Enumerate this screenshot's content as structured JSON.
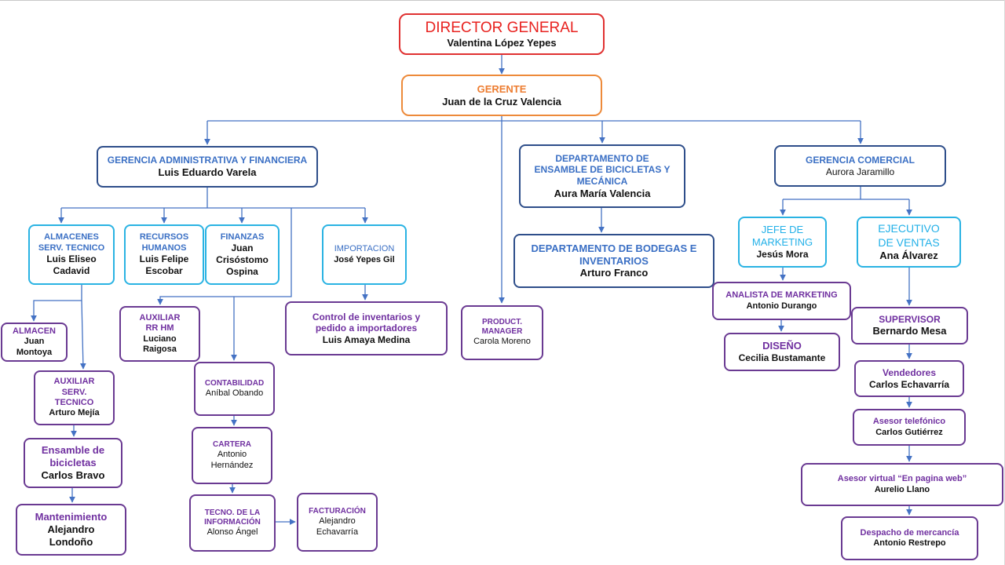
{
  "colors": {
    "connector": "#4472c4",
    "director": "#e8221f",
    "gerente": "#ed7d31",
    "blue_title": "#3a6fc4",
    "purple_title": "#7030a0",
    "cyan_border": "#2ab3e3"
  },
  "nodes": {
    "director": {
      "title": "DIRECTOR GENERAL",
      "name": "Valentina López Yepes"
    },
    "gerente": {
      "title": "GERENTE",
      "name": "Juan de la Cruz Valencia"
    },
    "gerencia_admin": {
      "title": "GERENCIA ADMINISTRATIVA Y FINANCIERA",
      "name": "Luis Eduardo Varela"
    },
    "almacenes": {
      "title": "ALMACENES SERV. TECNICO",
      "name": "Luis Eliseo Cadavid"
    },
    "recursos": {
      "title": "RECURSOS HUMANOS",
      "name": "Luis Felipe Escobar"
    },
    "finanzas": {
      "title": "FINANZAS",
      "name": "Juan Crisóstomo Ospina"
    },
    "importacion": {
      "title": "IMPORTACION",
      "name": "José Yepes Gil"
    },
    "almacen": {
      "title": "ALMACEN",
      "name": "Juan Montoya"
    },
    "auxiliar_serv": {
      "title": "AUXILIAR SERV. TECNICO",
      "name": "Arturo Mejía"
    },
    "ensamble_bici": {
      "title": "Ensamble de bicicletas",
      "name": "Carlos Bravo"
    },
    "mantenimiento": {
      "title": "Mantenimiento",
      "name": "Alejandro Londoño"
    },
    "auxiliar_rrhm": {
      "title": "AUXILIAR RR HM",
      "name": "Luciano Raigosa"
    },
    "contabilidad": {
      "title": "CONTABILIDAD",
      "name": "Aníbal Obando"
    },
    "cartera": {
      "title": "CARTERA",
      "name": "Antonio Hernández"
    },
    "tecno": {
      "title": "TECNO. DE LA INFORMACIÓN",
      "name": "Alonso Ángel"
    },
    "facturacion": {
      "title": "FACTURACIÓN",
      "name": "Alejandro Echavarría"
    },
    "control_inv": {
      "title": "Control de inventarios y pedido a importadores",
      "name": "Luis Amaya Medina"
    },
    "product_manager": {
      "title": "PRODUCT. MANAGER",
      "name": "Carola Moreno"
    },
    "dept_ensamble": {
      "title": "DEPARTAMENTO DE ENSAMBLE DE BICICLETAS Y MECÁNICA",
      "name": "Aura María Valencia"
    },
    "dept_bodegas": {
      "title": "DEPARTAMENTO DE BODEGAS E INVENTARIOS",
      "name": "Arturo Franco"
    },
    "gerencia_comercial": {
      "title": "GERENCIA COMERCIAL",
      "name": "Aurora Jaramillo"
    },
    "jefe_marketing": {
      "title": "JEFE DE MARKETING",
      "name": "Jesús Mora"
    },
    "ejecutivo_ventas": {
      "title": "EJECUTIVO DE VENTAS",
      "name": "Ana Álvarez"
    },
    "analista_marketing": {
      "title": "ANALISTA DE MARKETING",
      "name": "Antonio Durango"
    },
    "diseno": {
      "title": "DISEÑO",
      "name": "Cecilia Bustamante"
    },
    "supervisor": {
      "title": "SUPERVISOR",
      "name": "Bernardo Mesa"
    },
    "vendedores": {
      "title": "Vendedores",
      "name": "Carlos Echavarría"
    },
    "asesor_telefonico": {
      "title": "Asesor telefónico",
      "name": "Carlos Gutiérrez"
    },
    "asesor_virtual": {
      "title": "Asesor virtual “En pagina web”",
      "name": "Aurelio Llano"
    },
    "despacho": {
      "title": "Despacho de mercancía",
      "name": "Antonio Restrepo"
    }
  }
}
